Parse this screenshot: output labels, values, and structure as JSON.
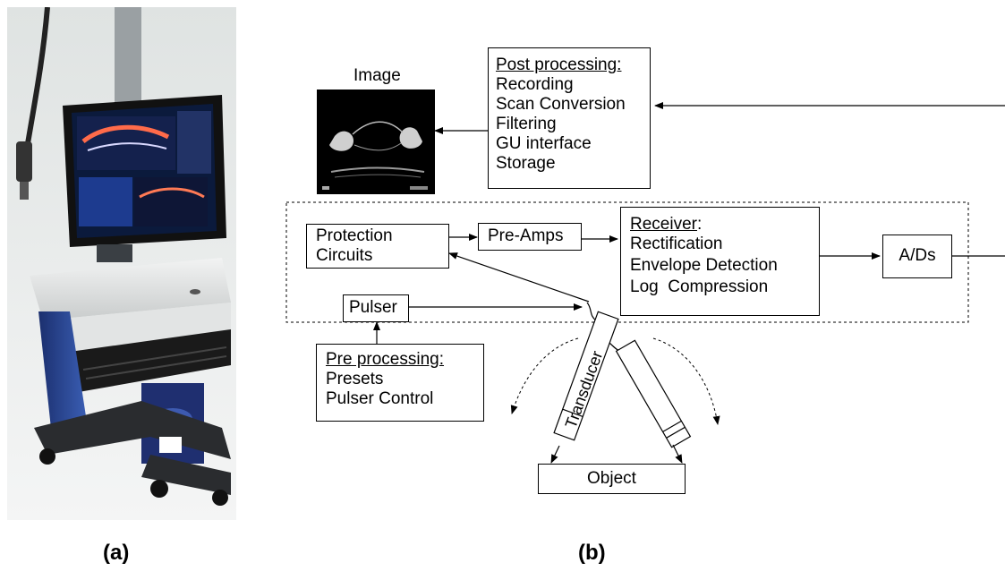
{
  "panels": {
    "a_label": "(a)",
    "b_label": "(b)"
  },
  "diagram": {
    "image_label": "Image",
    "post_processing": {
      "heading": "Post processing:",
      "items": [
        "Recording",
        "Scan Conversion",
        "Filtering",
        "GU interface",
        "Storage"
      ]
    },
    "protection": {
      "lines": [
        "Protection",
        "Circuits"
      ]
    },
    "preamps": "Pre-Amps",
    "receiver": {
      "heading": "Receiver",
      "suffix": ":",
      "items": [
        "Rectification",
        "Envelope Detection",
        "Log  Compression"
      ]
    },
    "ads": "A/Ds",
    "pulser": "Pulser",
    "pre_processing": {
      "heading": "Pre processing:",
      "items": [
        "Presets",
        "Pulser Control"
      ]
    },
    "transducer": "Transducer",
    "object": "Object"
  }
}
